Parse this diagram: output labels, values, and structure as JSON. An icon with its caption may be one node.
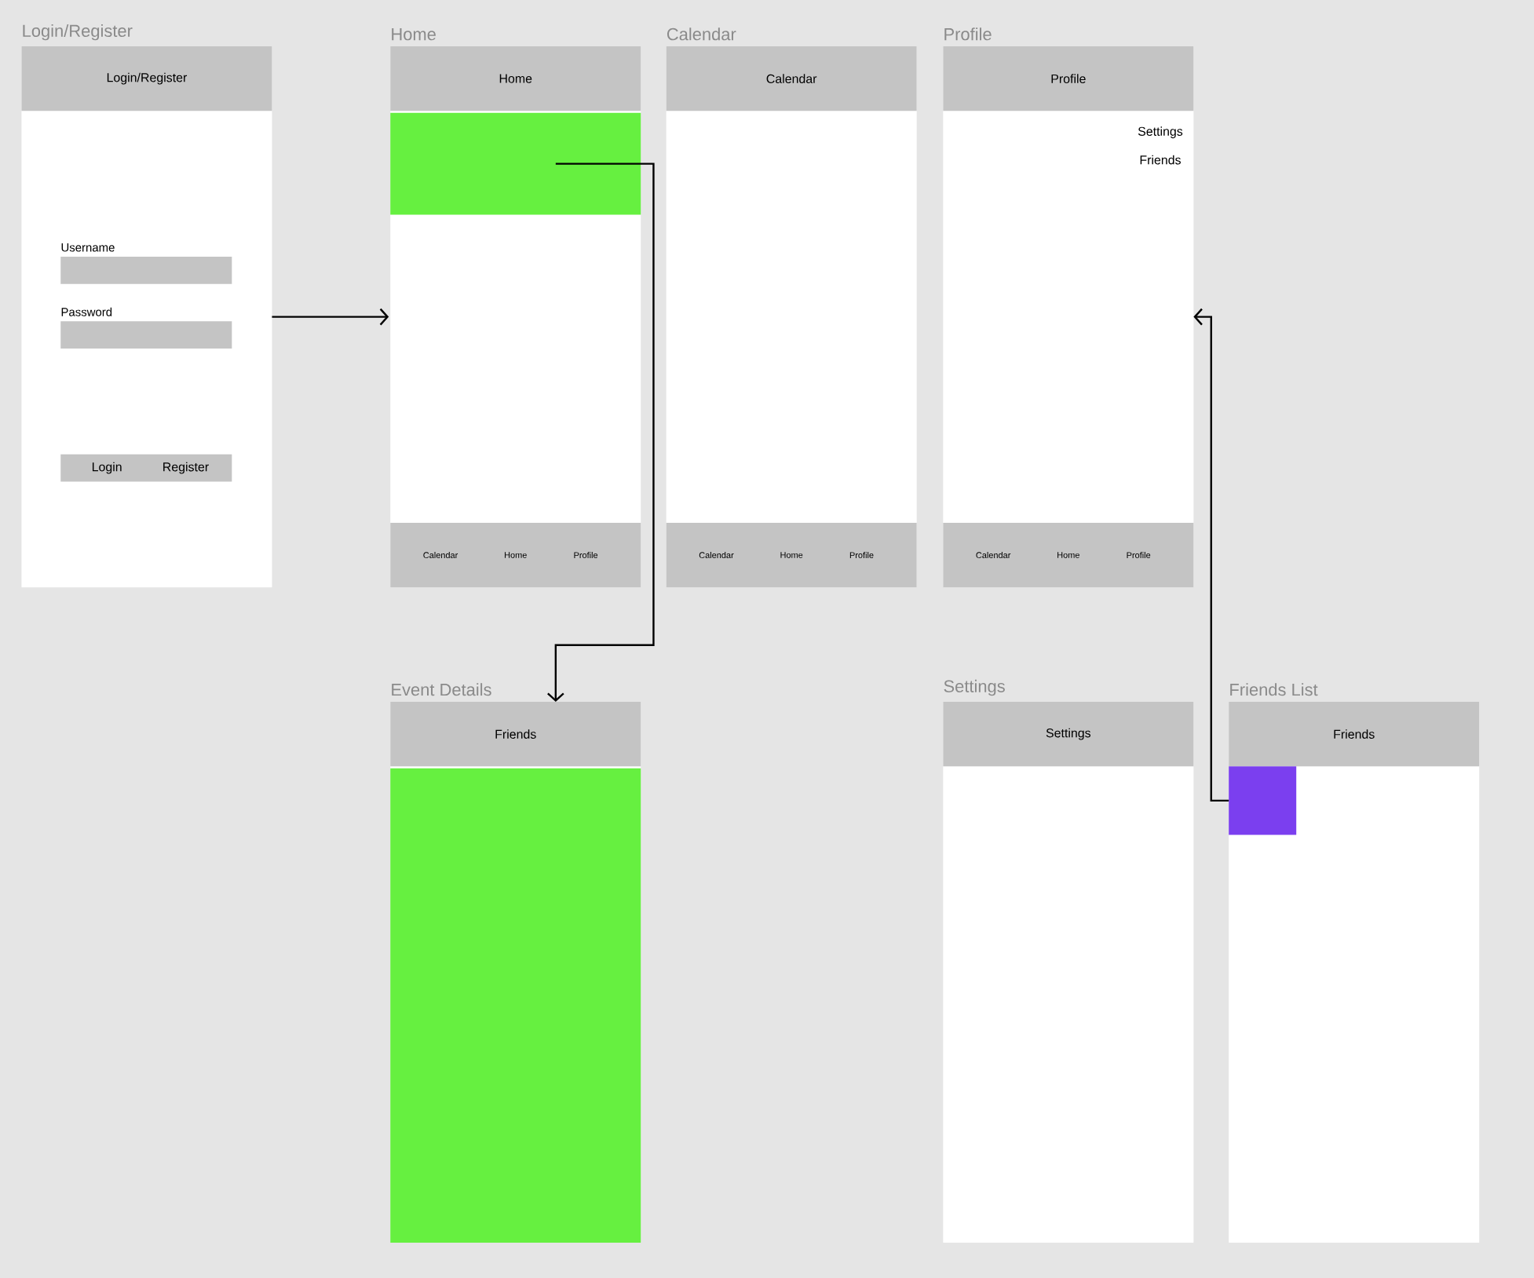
{
  "diagram": {
    "nodes": [
      {
        "text": [
          "Login/Register"
        ]
      },
      {
        "text": [
          "Login/Register"
        ],
        "in": 0
      },
      {
        "text": [
          "Username"
        ],
        "in": 0
      },
      {
        "text": [
          "Password"
        ],
        "in": 0
      },
      {
        "text": [
          "Login",
          "Register"
        ],
        "in": 0
      },
      {
        "text": [
          "Home"
        ]
      },
      {
        "text": [
          "Home"
        ],
        "in": 5
      },
      {
        "text": [],
        "shape": "box",
        "in": 5
      },
      {
        "text": [
          "Calendar",
          "Home",
          "Profile"
        ],
        "in": 5
      },
      {
        "text": [
          "Calendar"
        ]
      },
      {
        "text": [
          "Calendar"
        ],
        "in": 9
      },
      {
        "text": [
          "Calendar",
          "Home",
          "Profile"
        ],
        "in": 9
      },
      {
        "text": [
          "Profile"
        ]
      },
      {
        "text": [
          "Profile"
        ],
        "in": 12
      },
      {
        "text": [
          "Calendar",
          "Home",
          "Profile"
        ],
        "in": 12
      },
      {
        "text": [
          "Event Details"
        ]
      },
      {
        "text": [
          "Friends"
        ],
        "in": 15
      },
      {
        "text": [],
        "shape": "box",
        "in": 15
      },
      {
        "text": [
          "Settings"
        ]
      },
      {
        "text": [
          "Settings"
        ],
        "in": 18
      },
      {
        "text": [
          "Friends List"
        ]
      },
      {
        "text": [
          "Friends"
        ],
        "in": 20
      },
      {
        "text": [],
        "shape": "box",
        "in": 20
      }
    ],
    "edges": [
      {
        "from": 0,
        "to": 5,
        "arrow": "to"
      },
      {
        "from": 7,
        "to": 15,
        "arrow": "to"
      },
      {
        "from": 22,
        "to": 12,
        "arrow": "to"
      }
    ],
    "labels": [
      "Settings",
      "Friends"
    ]
  }
}
